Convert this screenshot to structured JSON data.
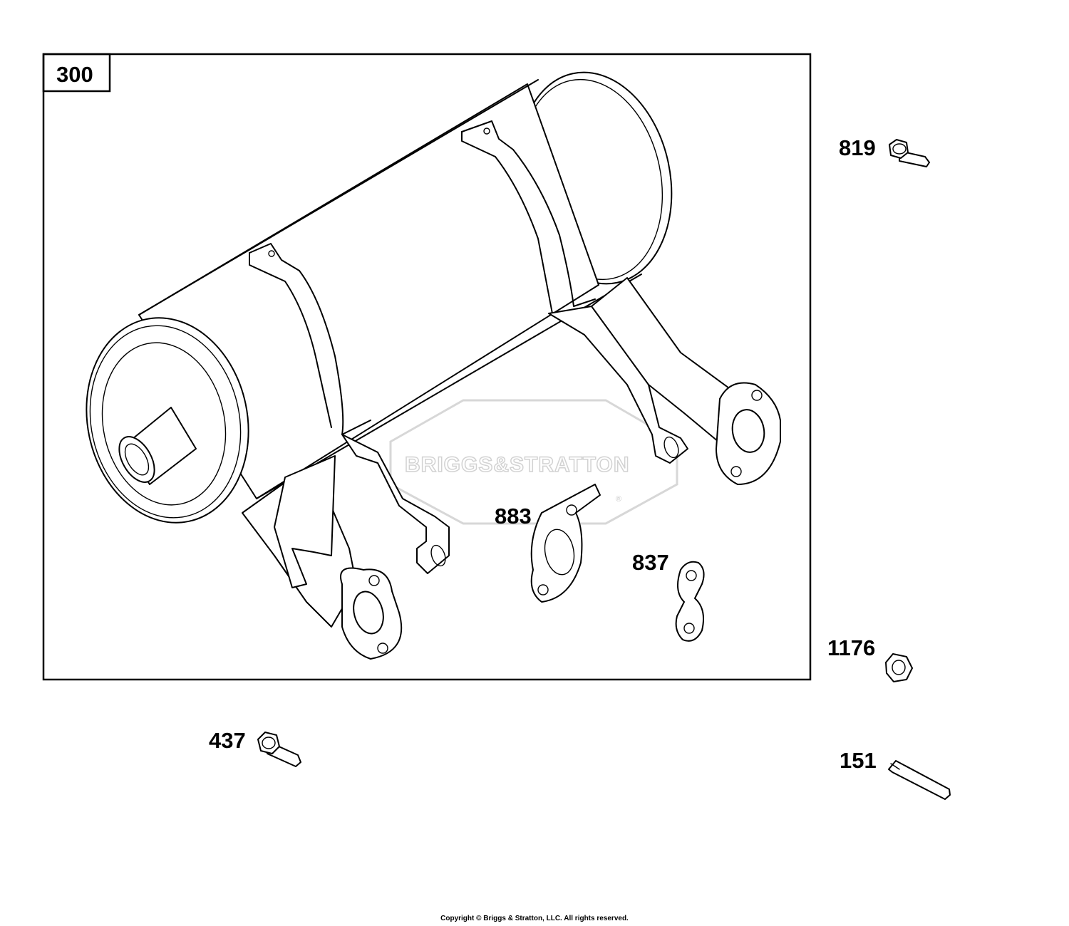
{
  "assembly_label": "300",
  "callouts": {
    "p819": "819",
    "p883": "883",
    "p837": "837",
    "p1176": "1176",
    "p437": "437",
    "p151": "151"
  },
  "watermark": {
    "text": "BRIGGS&STRATTON",
    "mark": "®"
  },
  "copyright": "Copyright © Briggs & Stratton, LLC. All rights reserved.",
  "colors": {
    "line": "#000000",
    "watermark": "#d2d2d2",
    "background": "#ffffff"
  }
}
